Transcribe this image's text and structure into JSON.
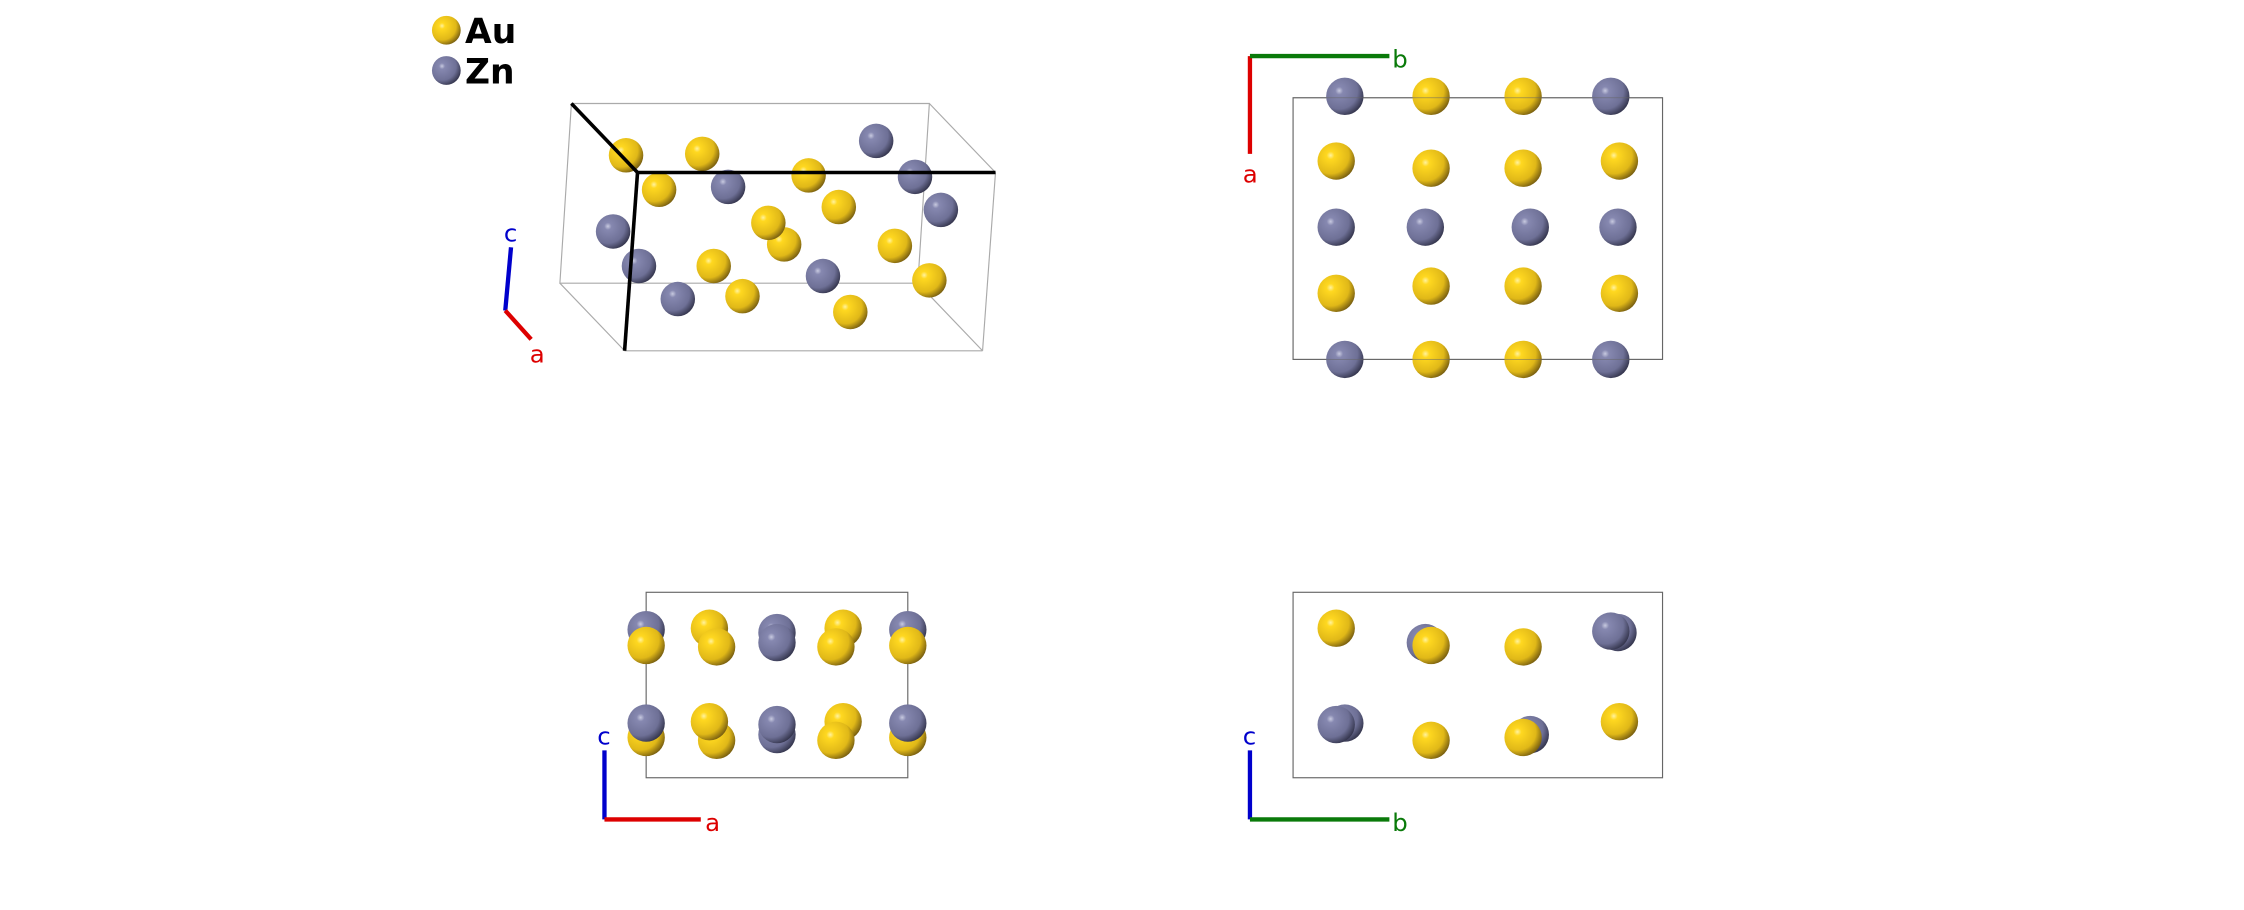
{
  "legend": {
    "items": [
      {
        "label": "Au",
        "color": "#e8c21a"
      },
      {
        "label": "Zn",
        "color": "#7a7ca0"
      }
    ]
  },
  "axes": {
    "a": "a",
    "b": "b",
    "c": "c",
    "colors": {
      "a": "#dd0000",
      "b": "#0a7a0a",
      "c": "#0000cc"
    }
  },
  "panels": [
    "perspective",
    "view-along-c",
    "view-along-b",
    "view-along-a"
  ]
}
